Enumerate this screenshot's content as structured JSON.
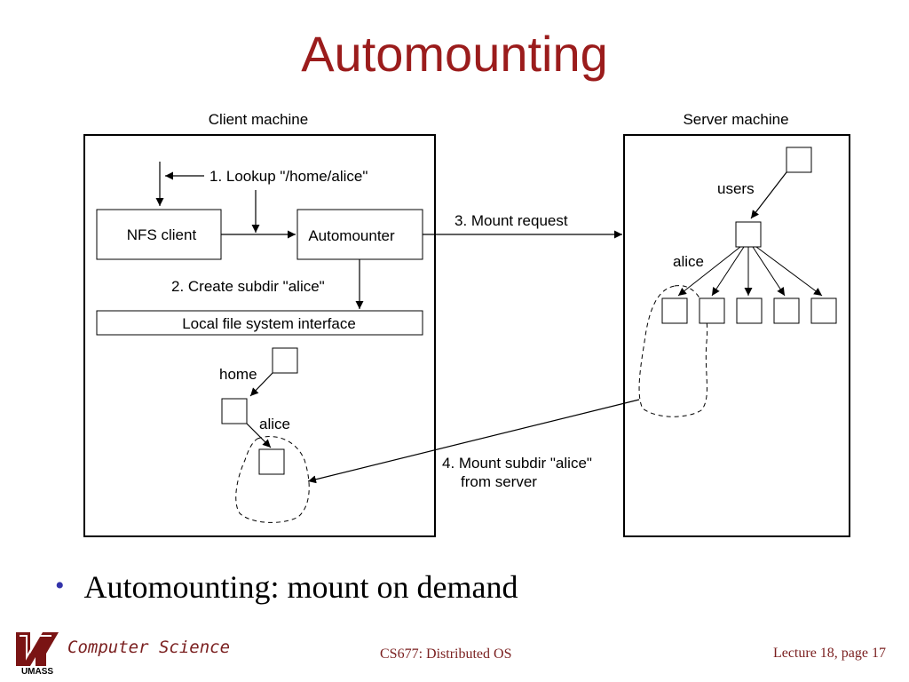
{
  "slide": {
    "title": "Automounting",
    "bullet": "Automounting: mount on demand"
  },
  "diagram": {
    "client_label": "Client machine",
    "server_label": "Server machine",
    "nfs_client": "NFS client",
    "automounter": "Automounter",
    "local_fs": "Local file system interface",
    "step1": "1. Lookup \"/home/alice\"",
    "step2": "2. Create subdir \"alice\"",
    "step3": "3. Mount request",
    "step4_line1": "4. Mount subdir \"alice\"",
    "step4_line2": "from server",
    "home": "home",
    "alice_client": "alice",
    "users": "users",
    "alice_server": "alice"
  },
  "footer": {
    "logo_text": "UMASS",
    "department": "Computer Science",
    "course": "CS677: Distributed OS",
    "page": "Lecture 18, page 17"
  },
  "colors": {
    "title": "#9b1c1c",
    "footer_text": "#7a1f1f",
    "bullet": "#3333aa"
  }
}
